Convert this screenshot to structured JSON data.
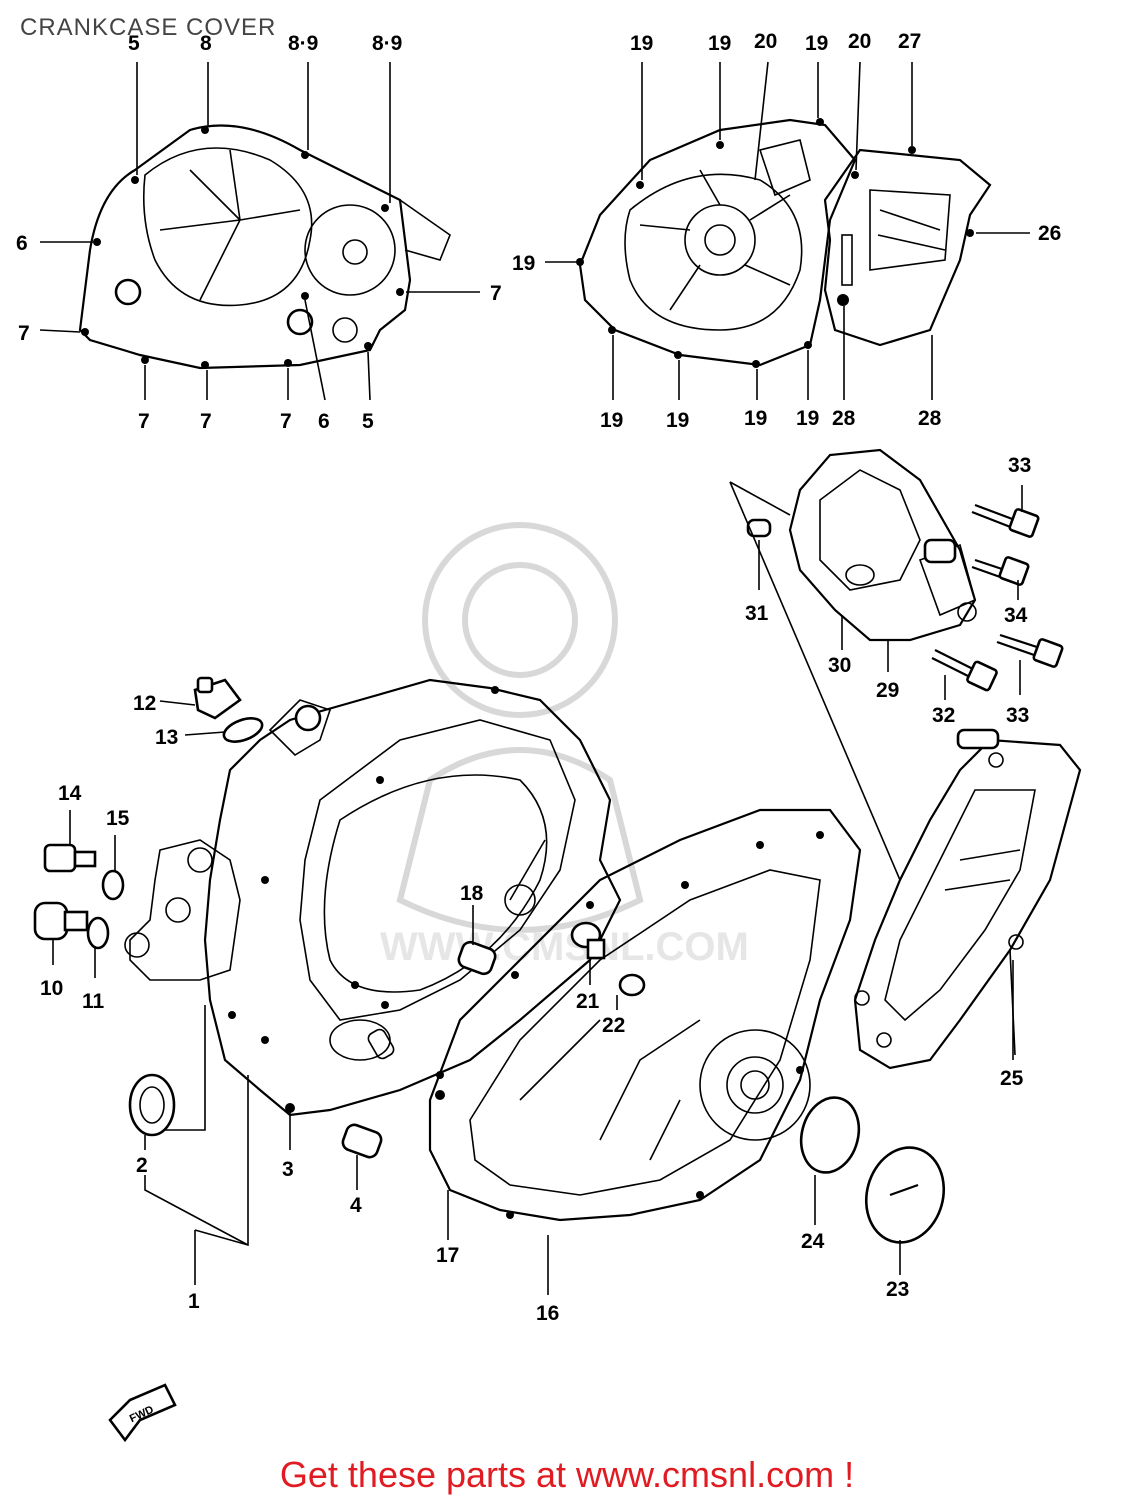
{
  "title": "CRANKCASE COVER",
  "footer": "Get these parts at www.cmsnl.com !",
  "colors": {
    "footer": "#e11b22",
    "title": "#444444",
    "lines": "#000000"
  },
  "watermark": {
    "text": "WWW.CMSNL.COM"
  },
  "fwd_marker": "FWD",
  "callouts": {
    "c1": "1",
    "c2": "2",
    "c3": "3",
    "c4": "4",
    "c5a": "5",
    "c5b": "5",
    "c6a": "6",
    "c6b": "6",
    "c7a": "7",
    "c7b": "7",
    "c7c": "7",
    "c7d": "7",
    "c7e": "7",
    "c8": "8",
    "c89a": "8·9",
    "c89b": "8·9",
    "c10": "10",
    "c11": "11",
    "c12": "12",
    "c13": "13",
    "c14": "14",
    "c15": "15",
    "c16": "16",
    "c17": "17",
    "c18": "18",
    "c19a": "19",
    "c19b": "19",
    "c19c": "19",
    "c19d": "19",
    "c19e": "19",
    "c19f": "19",
    "c19g": "19",
    "c19h": "19",
    "c20a": "20",
    "c20b": "20",
    "c21": "21",
    "c22": "22",
    "c23": "23",
    "c24": "24",
    "c25": "25",
    "c26": "26",
    "c27": "27",
    "c28a": "28",
    "c28b": "28",
    "c29": "29",
    "c30": "30",
    "c31": "31",
    "c32": "32",
    "c33a": "33",
    "c33b": "33",
    "c34": "34"
  }
}
